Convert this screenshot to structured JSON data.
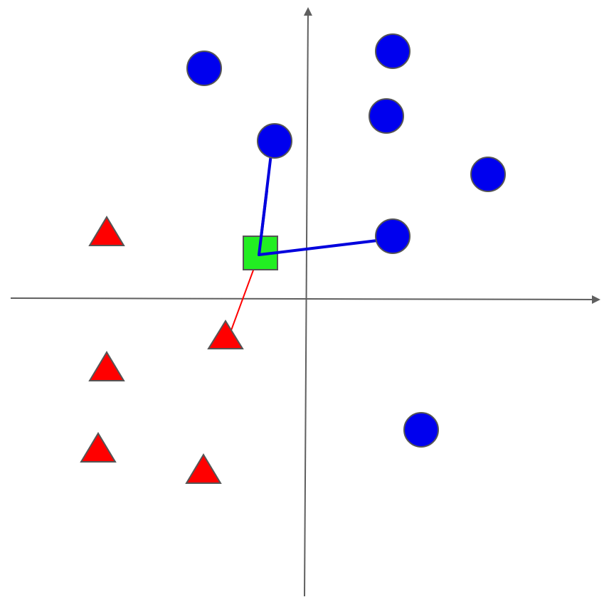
{
  "diagram": {
    "type": "knn-classification",
    "colors": {
      "axis": "#5f5f5f",
      "class_a": "#0000ee",
      "class_b": "#ff0000",
      "query": "#22ee22",
      "outline": "#555555",
      "link_class_a": "#0000dd",
      "link_class_b": "#ff0000"
    },
    "legend": "none",
    "grid": false,
    "class_a_shape": "circle",
    "class_b_shape": "triangle",
    "query_shape": "square",
    "nearest_neighbors": 3,
    "neighbor_classes": [
      "class_a",
      "class_a",
      "class_b"
    ]
  }
}
